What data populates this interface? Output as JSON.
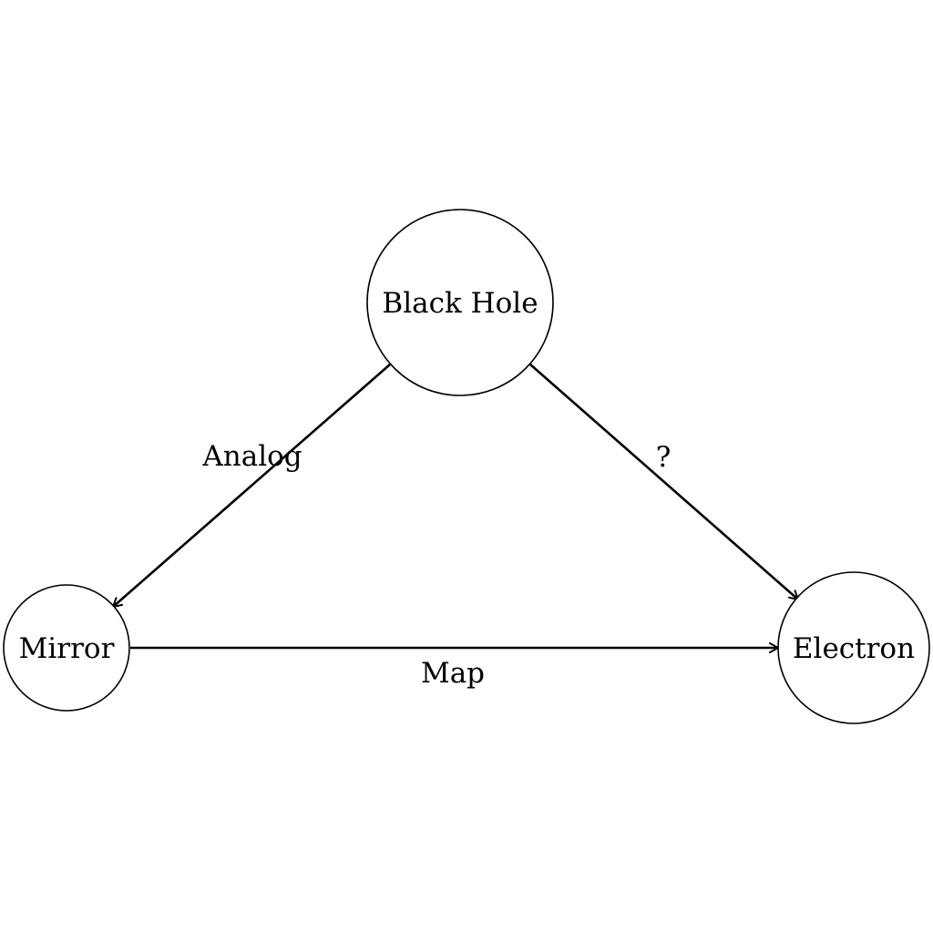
{
  "nodes": {
    "black_hole": "Black Hole",
    "mirror": "Mirror",
    "electron": "Electron"
  },
  "edges": {
    "black_hole_to_mirror": "Analog",
    "black_hole_to_electron": "?",
    "mirror_to_electron": "Map"
  }
}
